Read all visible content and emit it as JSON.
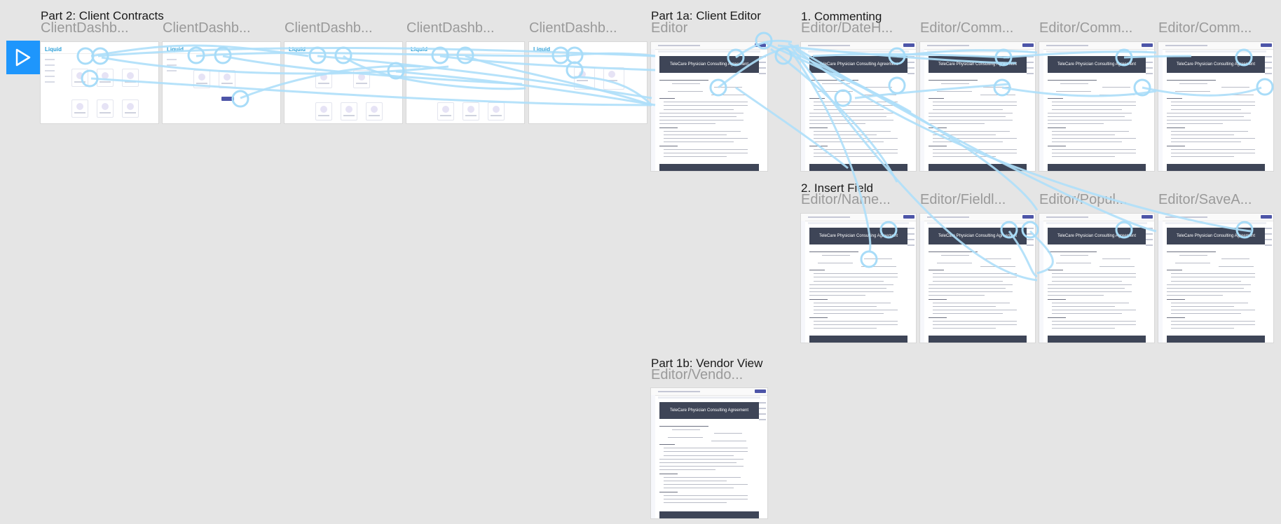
{
  "play_button": {
    "icon": "play-icon",
    "color": "#1e96fc"
  },
  "sections": [
    {
      "title": "Part 2: Client Contracts"
    },
    {
      "title": "Part 1a: Client Editor"
    },
    {
      "title": "1. Commenting"
    },
    {
      "title": "2. Insert Field"
    },
    {
      "title": "Part 1b: Vendor View"
    }
  ],
  "frames": [
    {
      "name": "ClientDashb..."
    },
    {
      "name": "ClientDashb..."
    },
    {
      "name": "ClientDashb..."
    },
    {
      "name": "ClientDashb..."
    },
    {
      "name": "ClientDashb..."
    },
    {
      "name": "Editor"
    },
    {
      "name": "Editor/DateH..."
    },
    {
      "name": "Editor/Comm..."
    },
    {
      "name": "Editor/Comm..."
    },
    {
      "name": "Editor/Comm..."
    },
    {
      "name": "Editor/Name..."
    },
    {
      "name": "Editor/Fieldl..."
    },
    {
      "name": "Editor/Popul..."
    },
    {
      "name": "Editor/SaveA..."
    },
    {
      "name": "Editor/Vendo..."
    }
  ],
  "document_header": "TeleCare Physician Consulting Agreement",
  "dashboard_logo": "Liquid",
  "colors": {
    "flow": "#aedff9",
    "canvas": "#e5e5e5",
    "header": "#3e4557",
    "accent": "#4d55a8"
  }
}
